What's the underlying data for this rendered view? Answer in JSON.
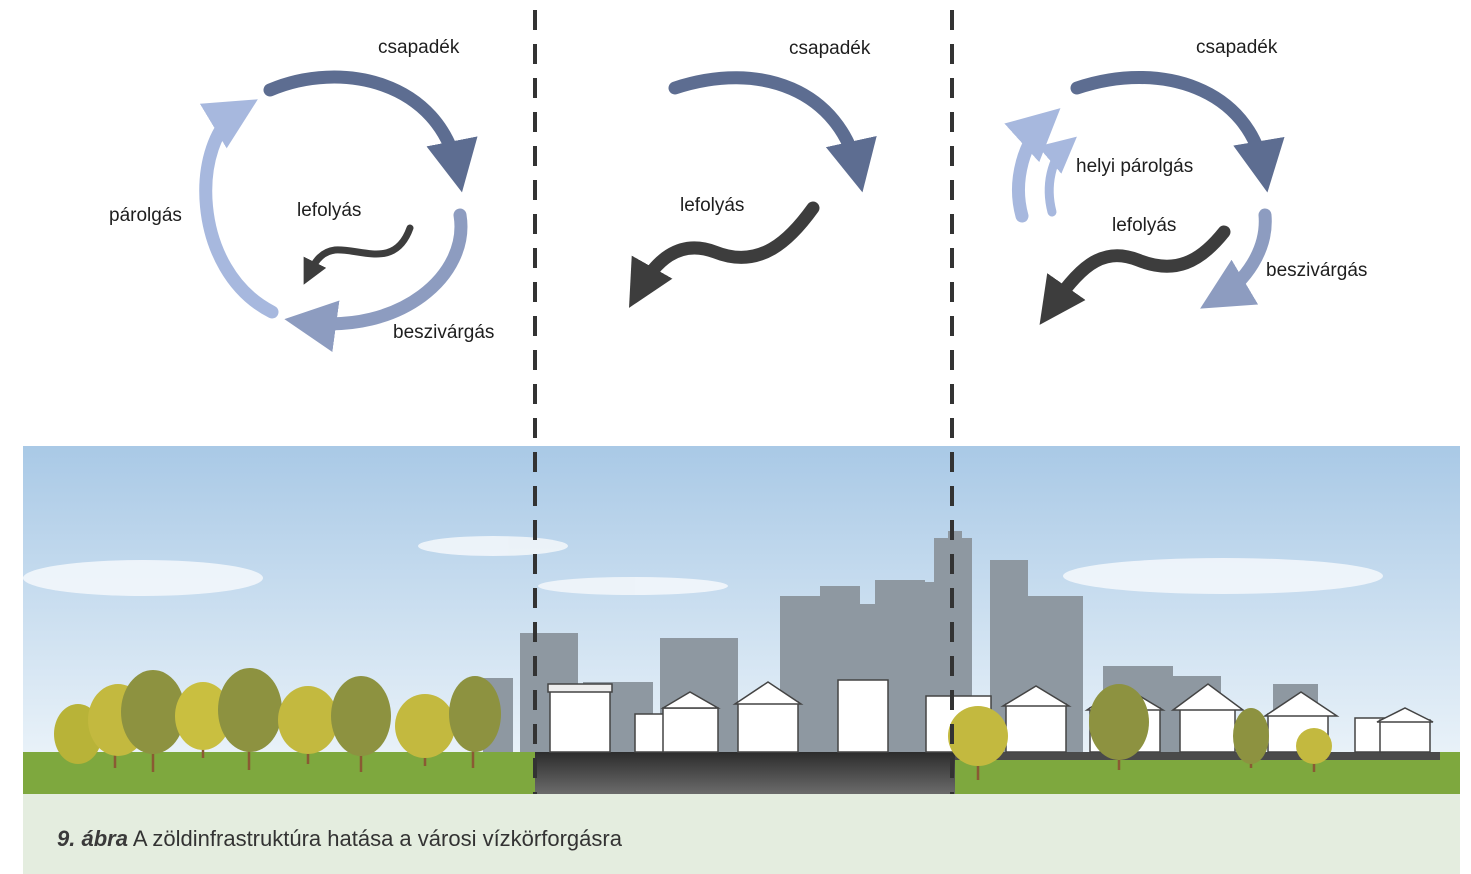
{
  "labels": {
    "natural": {
      "precipitation": "csapadék",
      "evaporation": "párolgás",
      "runoff": "lefolyás",
      "infiltration": "beszivárgás"
    },
    "urban": {
      "precipitation": "csapadék",
      "runoff": "lefolyás"
    },
    "green": {
      "precipitation": "csapadék",
      "local_evaporation": "helyi párolgás",
      "runoff": "lefolyás",
      "infiltration": "beszivárgás"
    }
  },
  "caption": {
    "number": "9. ábra",
    "text": " A zöldinfrastruktúra hatása a városi vízkörforgásra"
  },
  "colors": {
    "precipitation": "#5d6d91",
    "infiltration": "#8d9cc0",
    "evaporation": "#a7b8de",
    "runoff": "#3d3d3d",
    "sky_top": "#a9c9e6",
    "grass": "#7ea83e",
    "asphalt": "#3a3a3a",
    "buildings": "#8e98a1",
    "caption_bg": "#e4eddf"
  }
}
